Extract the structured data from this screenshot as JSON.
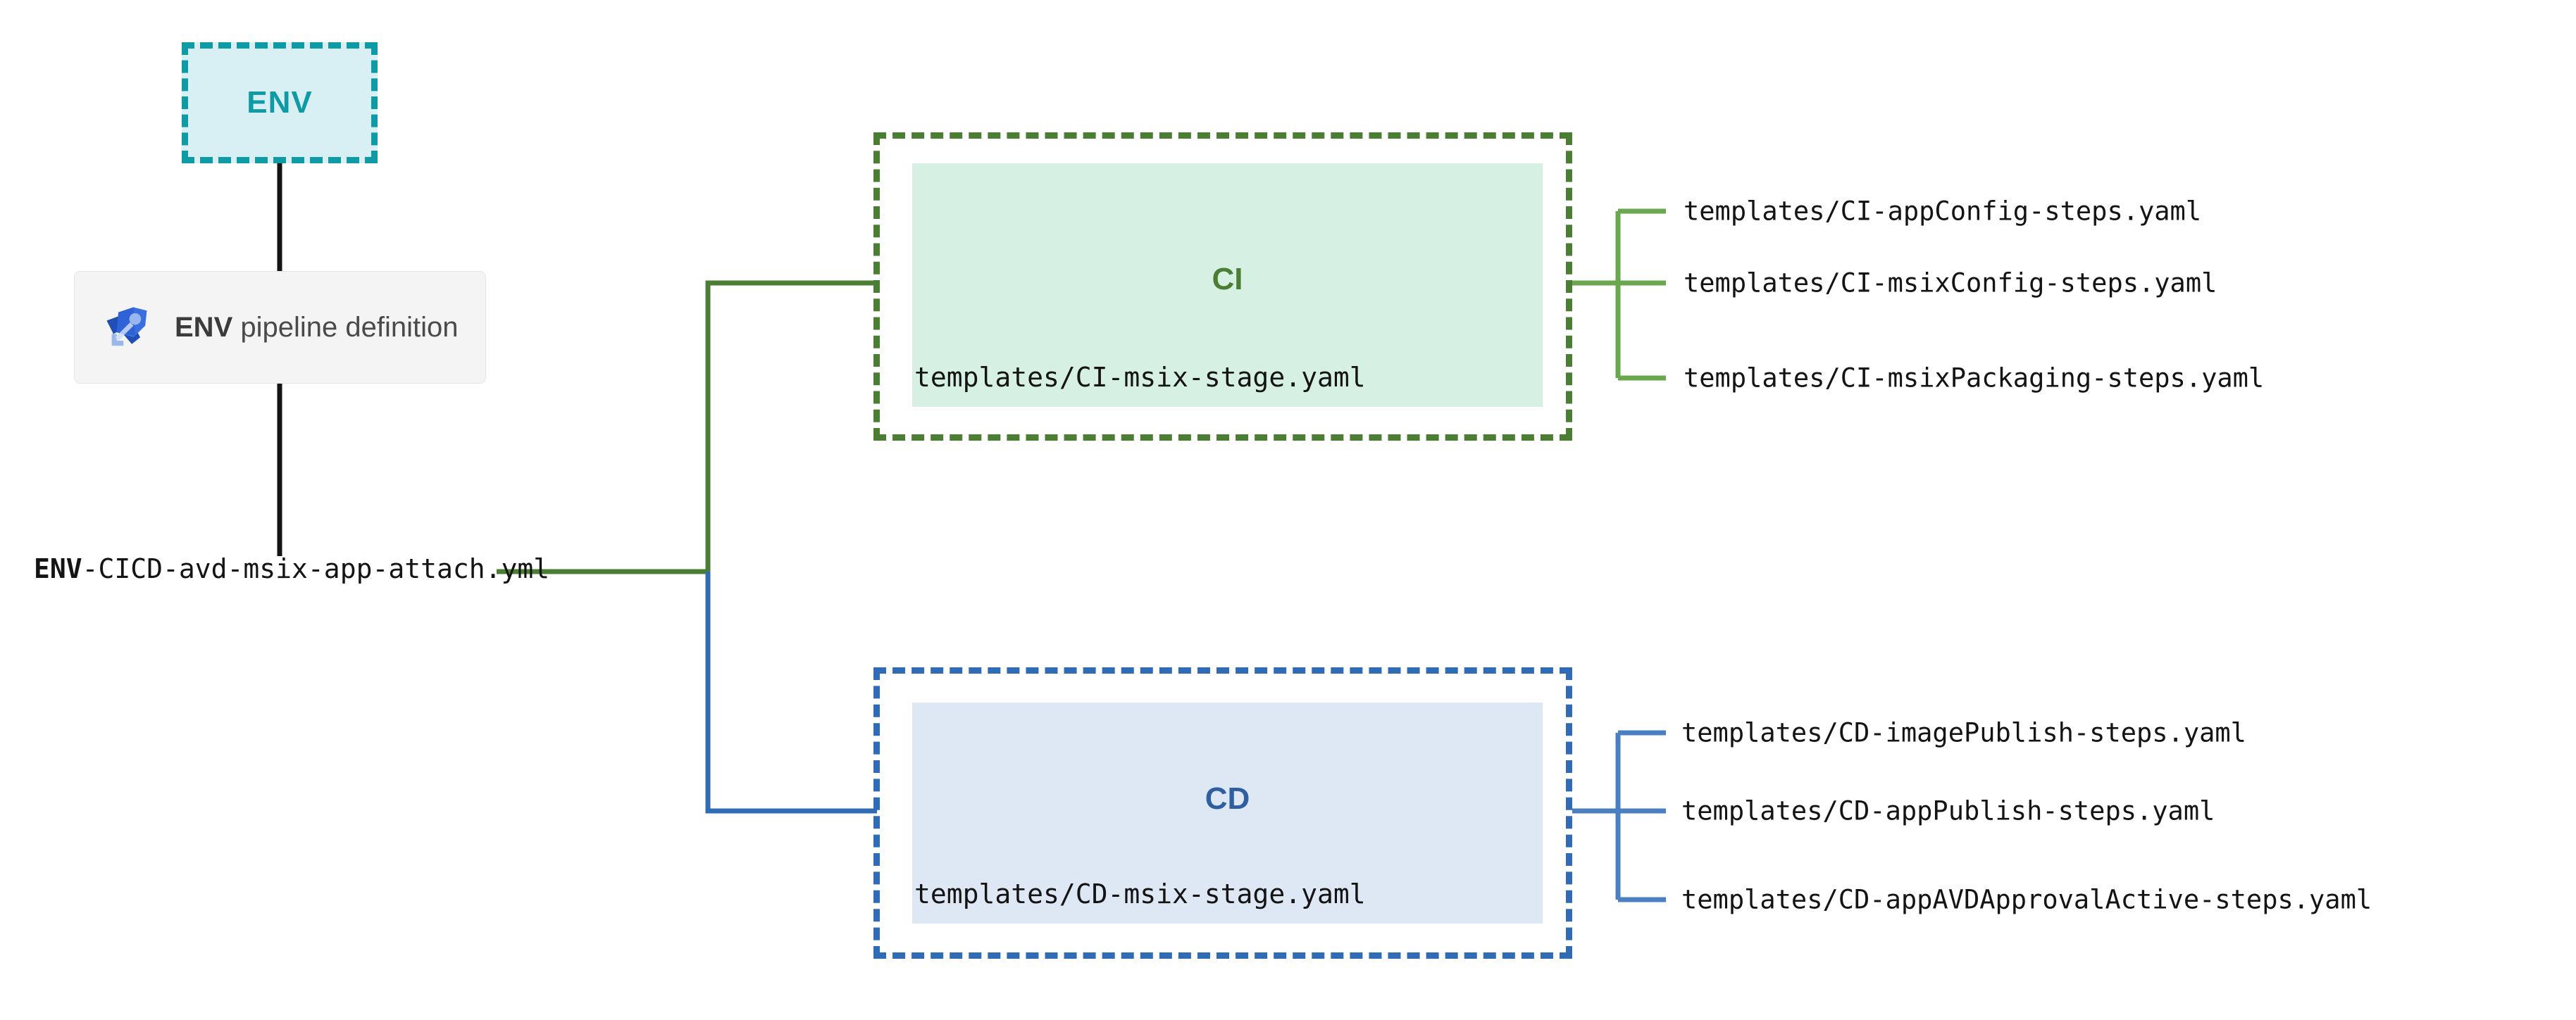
{
  "diagram": {
    "title": "ENV CI/CD pipeline template structure",
    "colors": {
      "env_accent": "#0e9ba6",
      "env_fill": "#d8eff3",
      "ci_accent": "#4a7f33",
      "ci_fill": "#d6f1e3",
      "cd_accent": "#2f6cb5",
      "cd_fill": "#dee7f4",
      "connector_root": "#141414",
      "card_fill": "#f4f4f4"
    }
  },
  "env_node": {
    "label": "ENV"
  },
  "pipeline_card": {
    "icon": "azure-pipelines-rocket-icon",
    "label_strong": "ENV",
    "label_rest": " pipeline definition"
  },
  "root_file": {
    "prefix": "ENV",
    "suffix": "-CICD-avd-msix-app-attach.yml"
  },
  "stages": [
    {
      "key": "ci",
      "title": "CI",
      "file": "templates/CI-msix-stage.yaml",
      "templates": [
        "templates/CI-appConfig-steps.yaml",
        "templates/CI-msixConfig-steps.yaml",
        "templates/CI-msixPackaging-steps.yaml"
      ]
    },
    {
      "key": "cd",
      "title": "CD",
      "file": "templates/CD-msix-stage.yaml",
      "templates": [
        "templates/CD-imagePublish-steps.yaml",
        "templates/CD-appPublish-steps.yaml",
        "templates/CD-appAVDApprovalActive-steps.yaml"
      ]
    }
  ]
}
